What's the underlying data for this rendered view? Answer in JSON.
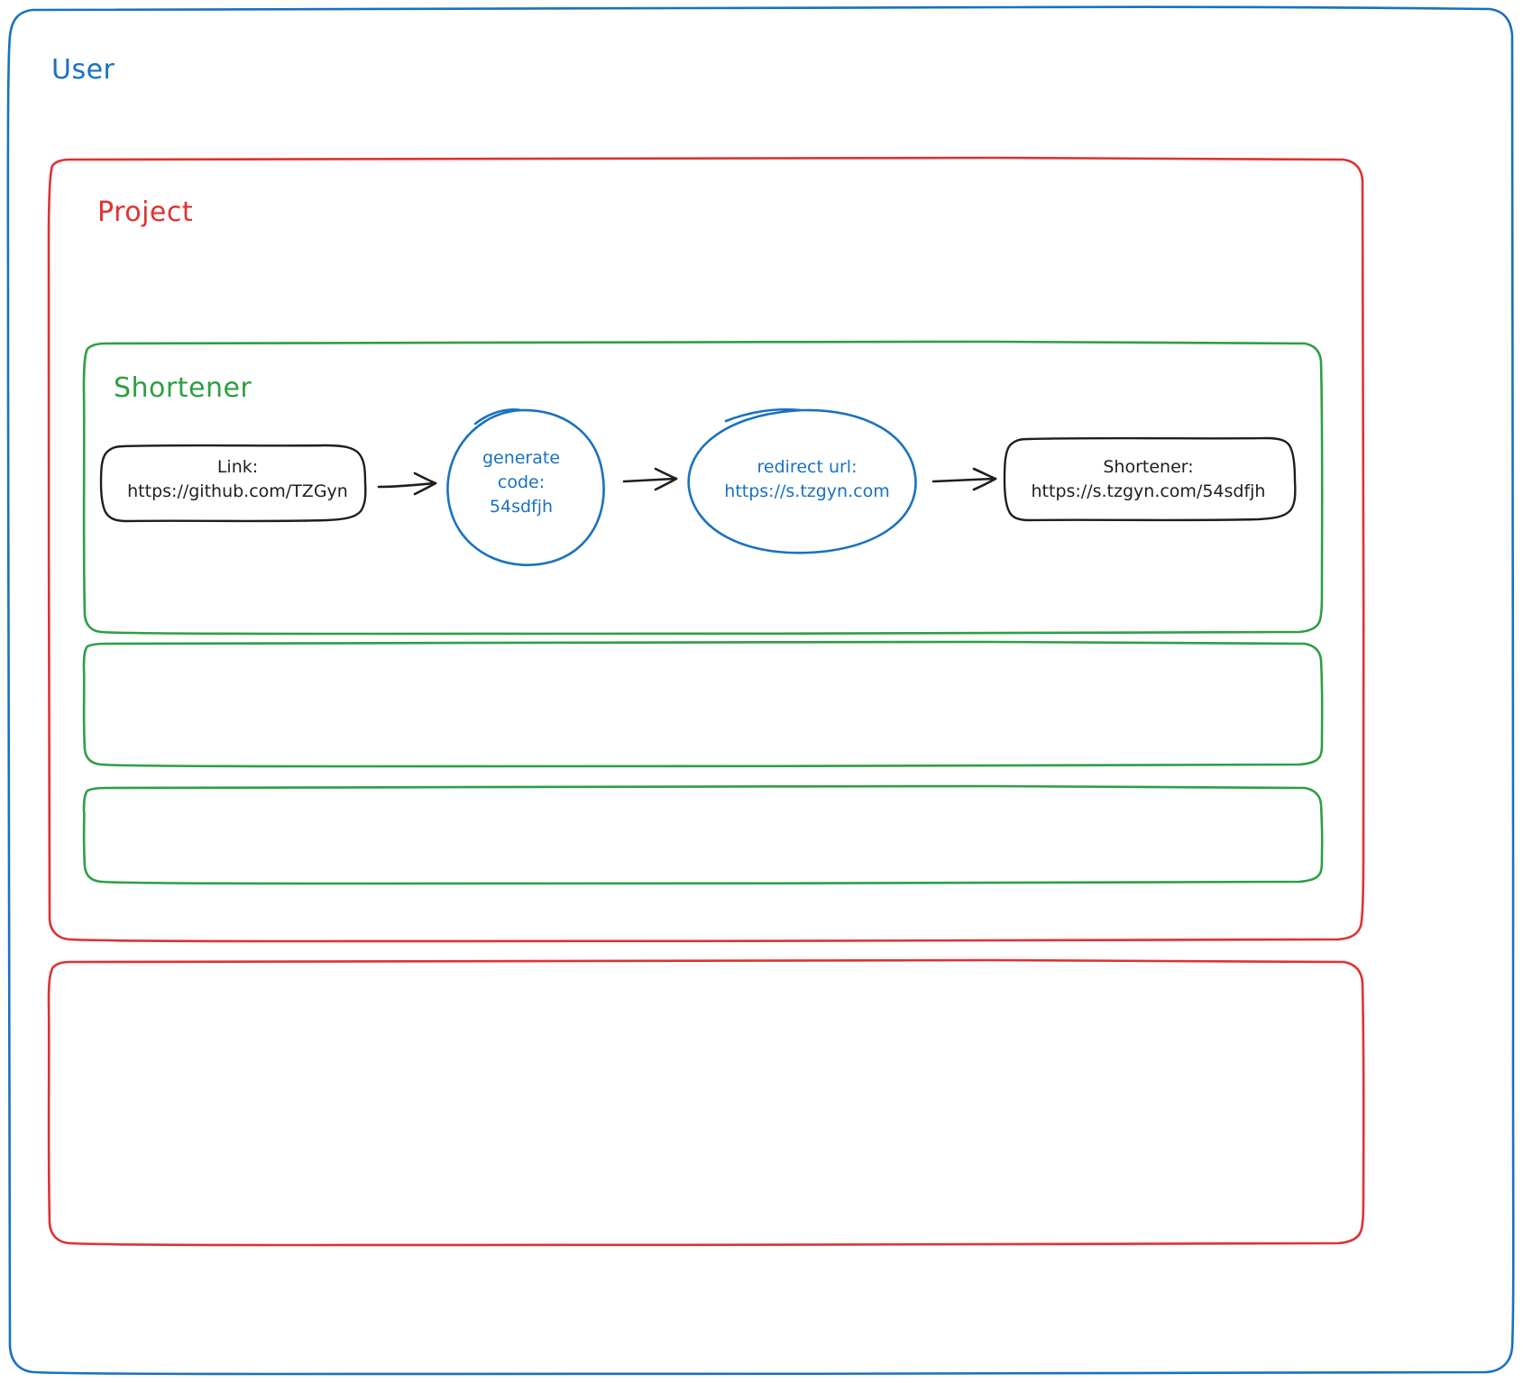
{
  "diagram": {
    "type": "architecture-flow",
    "style": "hand-drawn",
    "background": "#ffffff",
    "containers": [
      {
        "id": "user",
        "label": "User",
        "color": "#1971c2",
        "role": "outer-boundary"
      },
      {
        "id": "project-1",
        "label": "Project",
        "color": "#e03131",
        "role": "group"
      },
      {
        "id": "project-2",
        "label": "",
        "color": "#e03131",
        "role": "group-empty"
      },
      {
        "id": "shortener",
        "label": "Shortener",
        "color": "#2f9e44",
        "role": "service"
      },
      {
        "id": "service-2",
        "label": "",
        "color": "#2f9e44",
        "role": "service-empty"
      },
      {
        "id": "service-3",
        "label": "",
        "color": "#2f9e44",
        "role": "service-empty"
      }
    ],
    "nodes": [
      {
        "id": "link",
        "shape": "rounded-rect",
        "stroke": "#1e1e1e",
        "lines": [
          "Link:",
          "https://github.com/TZGyn"
        ]
      },
      {
        "id": "generate-code",
        "shape": "circle",
        "stroke": "#1971c2",
        "lines": [
          "generate",
          "code:",
          "54sdfjh"
        ]
      },
      {
        "id": "redirect-url",
        "shape": "ellipse",
        "stroke": "#1971c2",
        "lines": [
          "redirect url:",
          "https://s.tzgyn.com"
        ]
      },
      {
        "id": "shortener-output",
        "shape": "rounded-rect",
        "stroke": "#1e1e1e",
        "lines": [
          "Shortener:",
          "https://s.tzgyn.com/54sdfjh"
        ]
      }
    ],
    "arrows": [
      {
        "from": "link",
        "to": "generate-code",
        "label": ""
      },
      {
        "from": "generate-code",
        "to": "redirect-url",
        "label": ""
      },
      {
        "from": "redirect-url",
        "to": "shortener-output",
        "label": ""
      }
    ],
    "colors": {
      "user_blue": "#1971c2",
      "project_red": "#e03131",
      "service_green": "#2f9e44",
      "node_dark": "#1e1e1e"
    }
  }
}
